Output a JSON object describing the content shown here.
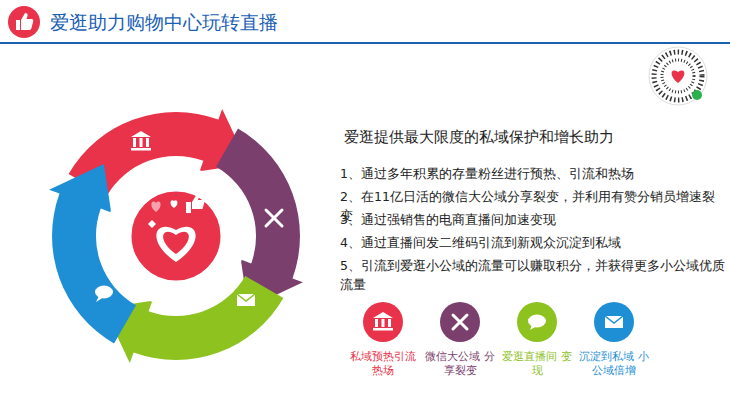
{
  "diagram": {
    "title": "爱逛助力购物中心玩转直播",
    "nodes": [
      {
        "text": [
          "私域预热引流 热场"
        ]
      },
      {
        "text": [
          "微信大公域 分享裂变"
        ]
      },
      {
        "text": [
          "爱逛直播间 变现"
        ]
      },
      {
        "text": [
          "沉淀到私域 小公域倍增"
        ]
      }
    ],
    "labels": [
      "爱逛提供最大限度的私域保护和增长助力",
      "1、通过多年积累的存量粉丝进行预热、引流和热场",
      "2、在11亿日活的微信大公域分享裂变，并利用有赞分销员增速裂变",
      "3、通过强销售的电商直播间加速变现",
      "4、通过直播间发二维码引流到新观众沉淀到私域",
      "5、引流到爱逛小公域的流量可以赚取积分，并获得更多小公域优质流量"
    ]
  }
}
